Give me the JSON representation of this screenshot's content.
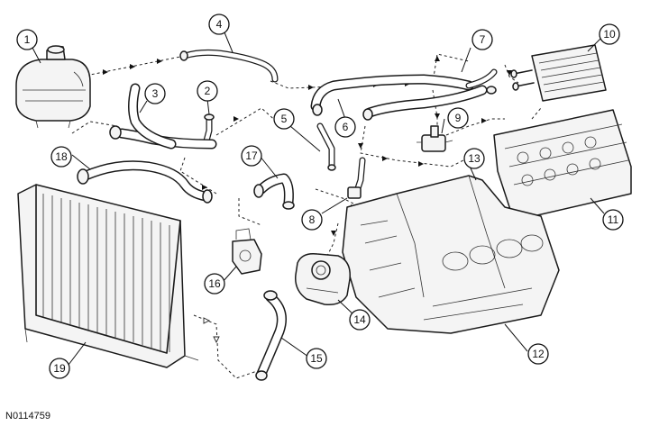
{
  "figure_id": "N0114759",
  "callouts": [
    "1",
    "2",
    "3",
    "4",
    "5",
    "6",
    "7",
    "8",
    "9",
    "10",
    "11",
    "12",
    "13",
    "14",
    "15",
    "16",
    "17",
    "18",
    "19"
  ]
}
